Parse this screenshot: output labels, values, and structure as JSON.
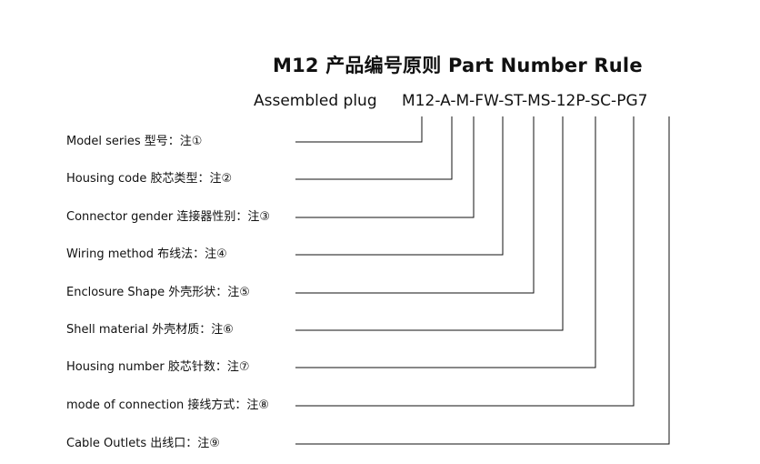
{
  "title": "M12 产品编号原则  Part Number Rule",
  "product_type": "Assembled plug",
  "code_segments": [
    "M12",
    "A",
    "M",
    "FW",
    "ST",
    "MS",
    "12P",
    "SC",
    "PG7"
  ],
  "separator": "-",
  "fields": [
    {
      "label": "Model series 型号：注①"
    },
    {
      "label": "Housing code 胶芯类型：注②"
    },
    {
      "label": "Connector gender 连接器性别：注③"
    },
    {
      "label": "Wiring method 布线法：注④"
    },
    {
      "label": "Enclosure Shape 外壳形状：注⑤"
    },
    {
      "label": "Shell material 外壳材质：注⑥"
    },
    {
      "label": "Housing number 胶芯针数：注⑦"
    },
    {
      "label": "mode of connection 接线方式：注⑧"
    },
    {
      "label": "Cable Outlets 出线口：注⑨"
    }
  ]
}
